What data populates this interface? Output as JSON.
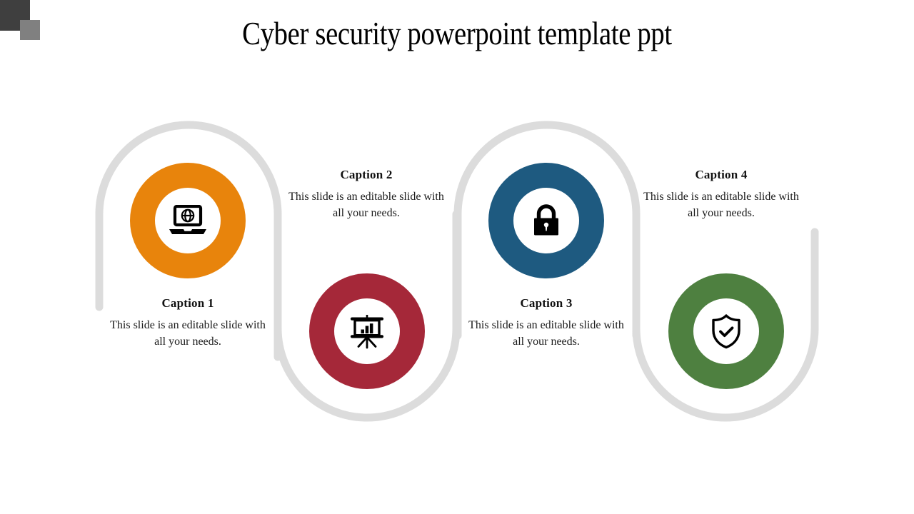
{
  "slide": {
    "title": "Cyber security powerpoint template ppt",
    "background_color": "#FFFFFF",
    "connector_color": "#DCDCDC"
  },
  "decor": {
    "square_dark_color": "#3F3F3F",
    "square_mid_color": "#808080",
    "square_dark_name": "corner-square-dark",
    "square_mid_name": "corner-square-gray"
  },
  "items": [
    {
      "index": "1",
      "caption_heading": "Caption 1",
      "caption_body": "This slide is an editable slide with all your needs.",
      "ring_color": "#E8840C",
      "icon_name": "laptop-globe-icon"
    },
    {
      "index": "2",
      "caption_heading": "Caption 2",
      "caption_body": "This slide is an editable slide with all your needs.",
      "ring_color": "#A52839",
      "icon_name": "presentation-bar-chart-icon"
    },
    {
      "index": "3",
      "caption_heading": "Caption 3",
      "caption_body": "This slide is an editable slide with all your needs.",
      "ring_color": "#1E5A80",
      "icon_name": "padlock-closed-icon"
    },
    {
      "index": "4",
      "caption_heading": "Caption 4",
      "caption_body": "This slide is an editable slide with all your needs.",
      "ring_color": "#4E8040",
      "icon_name": "shield-check-icon"
    }
  ]
}
